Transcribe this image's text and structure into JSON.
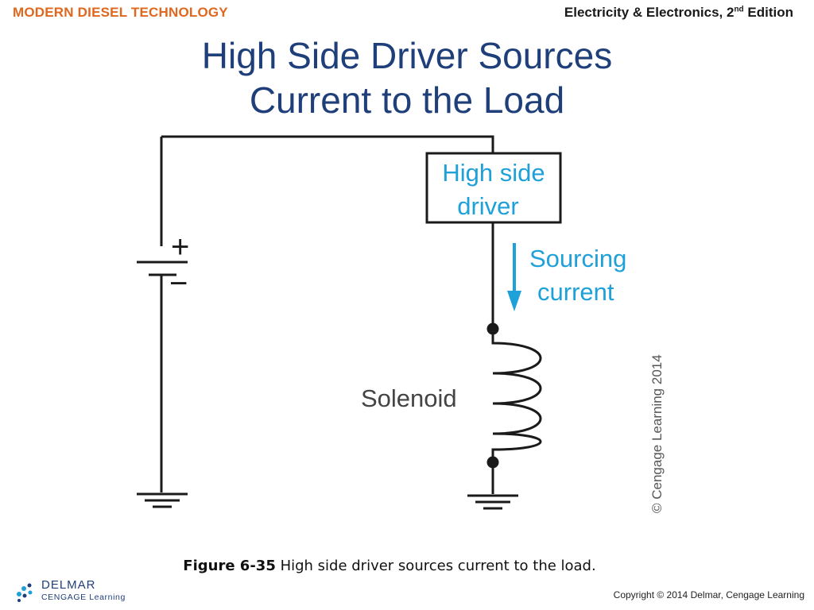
{
  "header": {
    "left": "MODERN DIESEL TECHNOLOGY",
    "right_main": "Electricity & Electronics, 2",
    "right_sup": "nd",
    "right_tail": " Edition"
  },
  "title": {
    "line1": "High Side Driver Sources",
    "line2": "Current to the Load"
  },
  "diagram": {
    "driver_line1": "High side",
    "driver_line2": "driver",
    "current_line1": "Sourcing",
    "current_line2": "current",
    "plus": "+",
    "minus": "−",
    "solenoid": "Solenoid",
    "credit": "© Cengage Learning 2014"
  },
  "caption": {
    "label": "Figure 6-35",
    "text": " High side driver sources current to the load."
  },
  "footer": {
    "copyright": "Copyright © 2014 Delmar, Cengage Learning",
    "logo_brand": "DELMAR",
    "logo_sub": "CENGAGE Learning"
  },
  "colors": {
    "title": "#1f3f7a",
    "header_left": "#e0671e",
    "diagram_label": "#1ea0d8"
  }
}
